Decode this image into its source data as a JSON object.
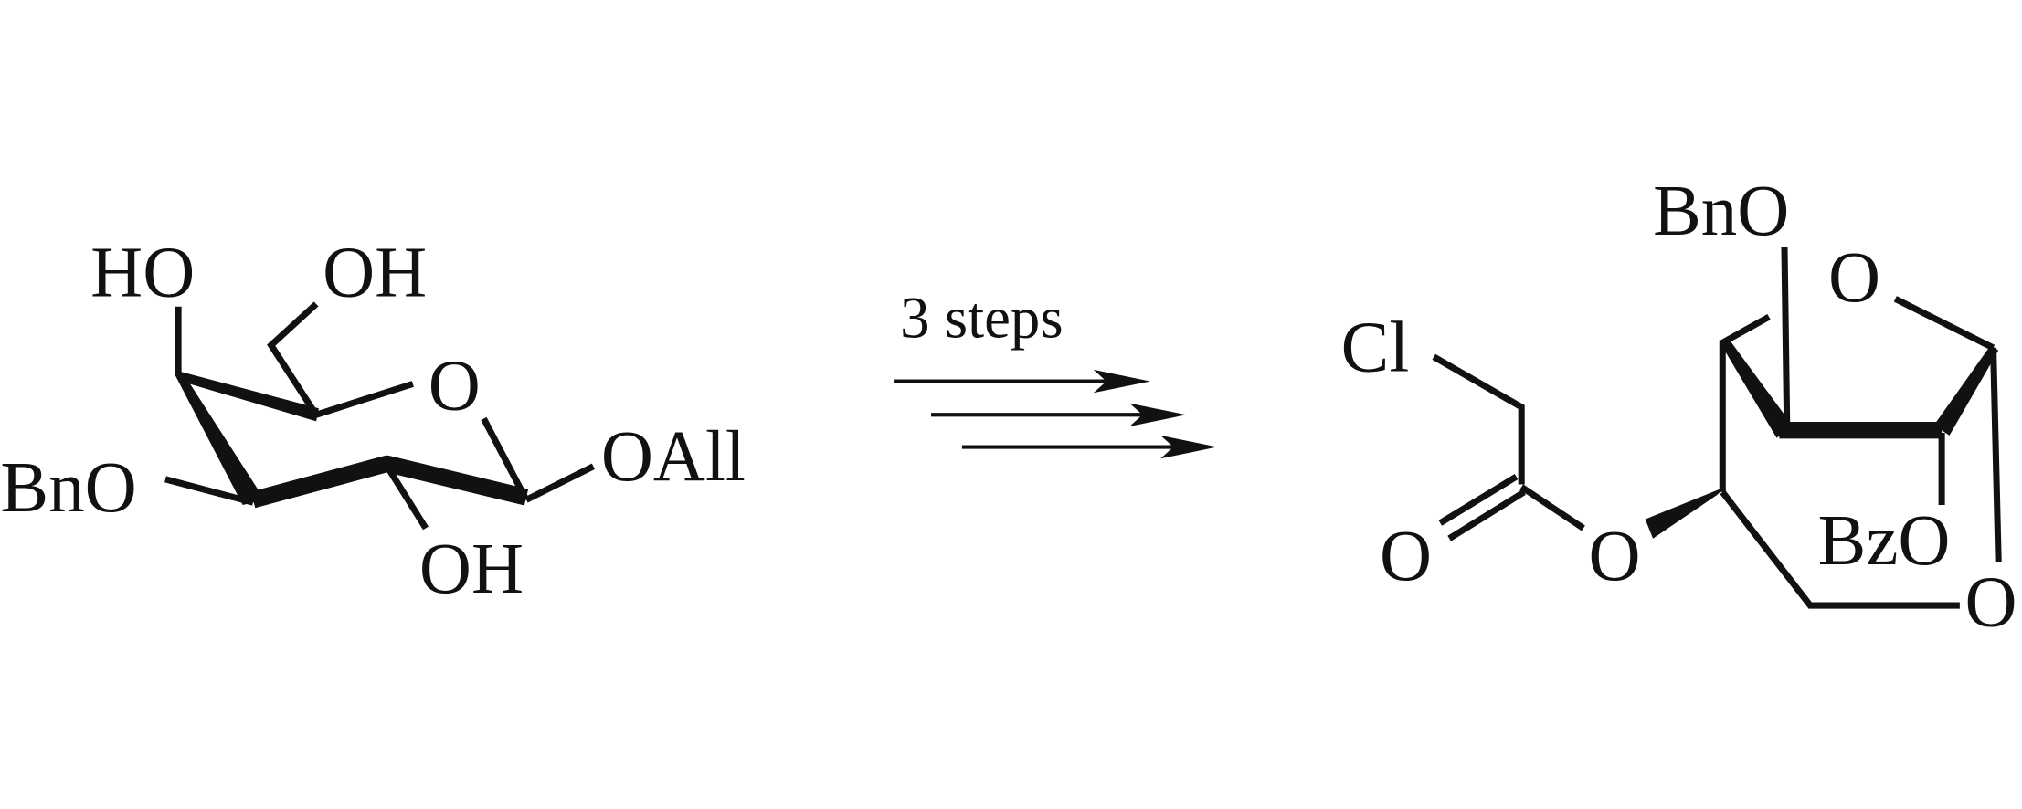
{
  "reactant": {
    "labels": {
      "ho_top": "HO",
      "oh_top": "OH",
      "ring_o": "O",
      "oall": "OAll",
      "bno": "BnO",
      "oh_bottom": "OH"
    }
  },
  "arrow": {
    "label": "3 steps"
  },
  "product": {
    "labels": {
      "bno": "BnO",
      "ring_o_top": "O",
      "cl": "Cl",
      "carbonyl_o": "O",
      "ester_o": "O",
      "bzo": "BzO",
      "bridge_o": "O"
    }
  }
}
